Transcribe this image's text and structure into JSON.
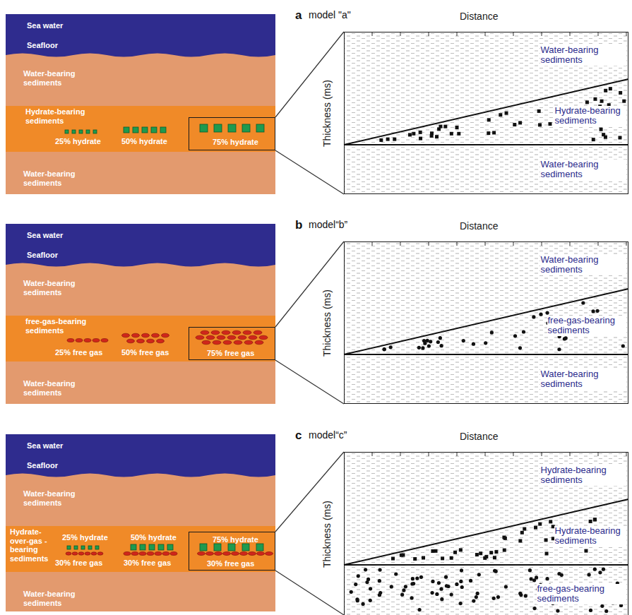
{
  "diagram": {
    "nodes": [
      {
        "text": [
          "Sea water"
        ]
      },
      {
        "text": [
          "Water-bearing sediments"
        ]
      },
      {
        "text": [
          "Hydrate-bearing sediments",
          "25% hydrate",
          "50% hydrate"
        ]
      },
      {
        "text": [
          "75% hydrate"
        ],
        "in": 2
      },
      {
        "text": [
          "Water-bearing sediments"
        ]
      },
      {
        "text": [
          "Distance",
          "Thickness (ms)"
        ]
      },
      {
        "text": [
          "Water-bearing sediments"
        ],
        "in": 5
      },
      {
        "text": [
          "Hydrate-bearing sediments"
        ],
        "in": 6
      },
      {
        "text": [
          "Water-bearing sediments"
        ],
        "in": 5
      },
      {
        "text": [
          "Sea water"
        ]
      },
      {
        "text": [
          "Water-bearing sediments"
        ]
      },
      {
        "text": [
          "free-gas-bearing sediments",
          "25% free gas",
          "50% free gas"
        ]
      },
      {
        "text": [
          "75% free gas"
        ],
        "in": 11
      },
      {
        "text": [
          "Water-bearing sediments"
        ]
      },
      {
        "text": [
          "Distance",
          "Thickness (ms)"
        ]
      },
      {
        "text": [
          "Water-bearing sediments"
        ],
        "in": 14
      },
      {
        "text": [
          "free-gas-bearing sediments"
        ],
        "in": 15
      },
      {
        "text": [
          "Water-bearing sediments"
        ],
        "in": 14
      },
      {
        "text": [
          "Sea water"
        ]
      },
      {
        "text": [
          "Water-bearing sediments"
        ]
      },
      {
        "text": [
          "Hydrate- over-gas -bearing sediments",
          "25% hydrate",
          "30% free gas",
          "50% hydrate",
          "30% free gas"
        ]
      },
      {
        "text": [
          "75% hydrate",
          "30% free gas"
        ],
        "in": 20
      },
      {
        "text": [
          "Water-bearing sediments"
        ]
      },
      {
        "text": [
          "Distance",
          "Thickness (ms)"
        ]
      },
      {
        "text": [
          "Hydrate-bearing sediments"
        ],
        "in": 23
      },
      {
        "text": [
          "Hydrate-bearing sediments"
        ],
        "in": 24
      },
      {
        "text": [
          "free-gas-bearing sediments"
        ],
        "in": 23
      }
    ],
    "edges": [
      {
        "from": 3,
        "to": 5,
        "arrow": "none"
      },
      {
        "from": 3,
        "to": 5,
        "arrow": "none"
      },
      {
        "from": 12,
        "to": 14,
        "arrow": "none"
      },
      {
        "from": 12,
        "to": 14,
        "arrow": "none"
      },
      {
        "from": 21,
        "to": 23,
        "arrow": "none"
      },
      {
        "from": 21,
        "to": 23,
        "arrow": "none"
      }
    ],
    "labels": [
      "a",
      "model \"a\"",
      "Seafloor",
      "b",
      "model“b”",
      "Seafloor",
      "c",
      "model“c”",
      "Seafloor"
    ]
  }
}
